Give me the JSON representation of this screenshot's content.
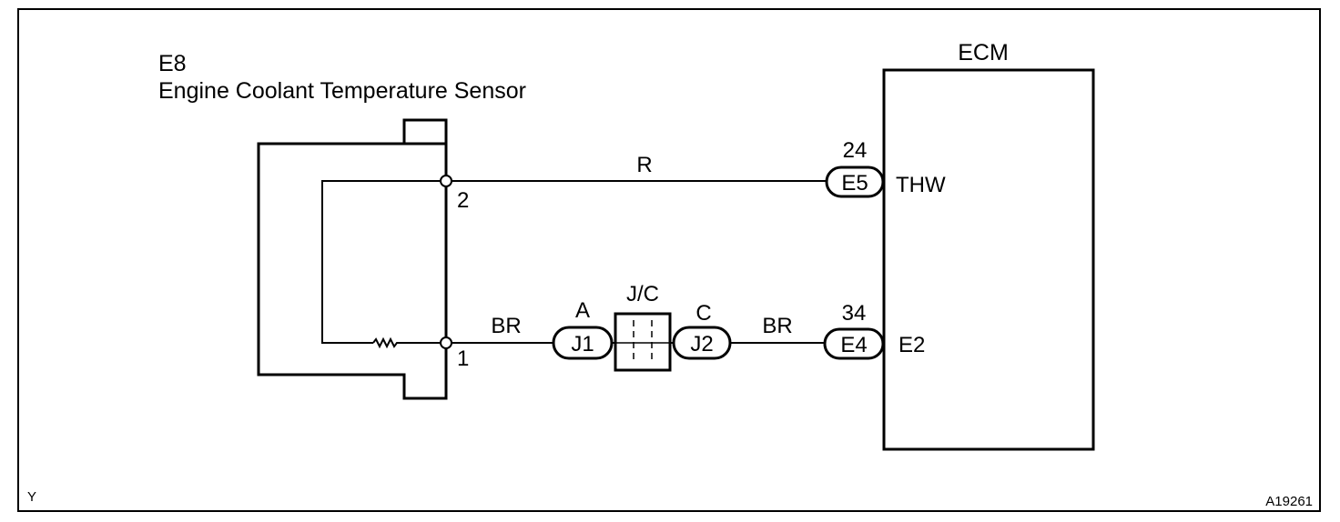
{
  "sensor": {
    "code": "E8",
    "name": "Engine Coolant Temperature Sensor",
    "terminals": [
      "2",
      "1"
    ]
  },
  "ecm": {
    "label": "ECM",
    "pins": [
      {
        "pin_number": "24",
        "connector": "E5",
        "signal": "THW"
      },
      {
        "pin_number": "34",
        "connector": "E4",
        "signal": "E2"
      }
    ]
  },
  "junction": {
    "label": "J/C",
    "in_port_letter": "A",
    "in_connector": "J1",
    "out_port_letter": "C",
    "out_connector": "J2"
  },
  "wires": {
    "top_color": "R",
    "bottom_left_color": "BR",
    "bottom_right_color": "BR"
  },
  "corner": {
    "left": "Y",
    "right": "A19261"
  }
}
